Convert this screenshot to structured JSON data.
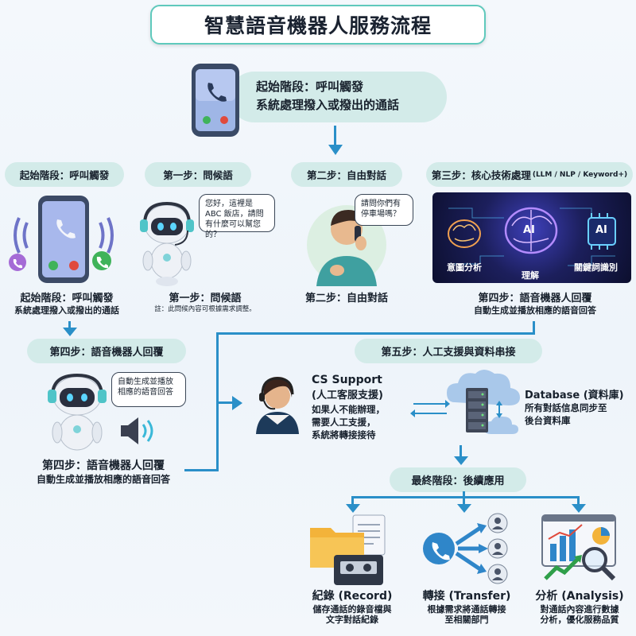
{
  "title": "智慧語音機器人服務流程",
  "top": {
    "line1": "起始階段：呼叫觸發",
    "line2": "系統處理撥入或撥出的通話"
  },
  "steps": {
    "s0": {
      "tag": "起始階段：呼叫觸發",
      "cap1": "起始階段：呼叫觸發",
      "cap2": "系統處理撥入或撥出的通話"
    },
    "s1": {
      "tag": "第一步：問候語",
      "bubble": "您好，這裡是 ABC 飯店，請問有什麼可以幫您的？",
      "cap1": "第一步：問候語",
      "cap2": "註：此問候內容可根據需求調整。"
    },
    "s2": {
      "tag": "第二步：自由對話",
      "bubble": "請問你們有停車場嗎？",
      "cap1": "第二步：自由對話"
    },
    "s3": {
      "tag": "第三步：核心技術處理",
      "tag_small": "(LLM / NLP / Keyword+)",
      "labels": [
        "意圖分析",
        "理解",
        "關鍵詞識別"
      ],
      "ai": [
        "AI",
        "AI"
      ],
      "cap1": "第四步：語音機器人回覆",
      "cap2": "自動生成並播放相應的語音回答"
    },
    "s4": {
      "tag": "第四步：語音機器人回覆",
      "bubble": "自動生成並播放相應的語音回答",
      "cap1": "第四步：語音機器人回覆",
      "cap2": "自動生成並播放相應的語音回答"
    },
    "s5": {
      "tag": "第五步：人工支援與資料串接",
      "cs_title": "CS Support",
      "cs_sub": "(人工客服支援)",
      "cs_desc": [
        "如果人不能辦理，",
        "需要人工支援，",
        "系統將轉接接待"
      ],
      "db_title": "Database (資料庫)",
      "db_desc": [
        "所有對話信息同步至",
        "後台資料庫"
      ]
    },
    "final": {
      "tag": "最終階段：後續應用",
      "items": [
        {
          "title": "紀錄 (Record)",
          "desc": [
            "儲存通話的錄音檔與",
            "文字對話紀錄"
          ]
        },
        {
          "title": "轉接 (Transfer)",
          "desc": [
            "根據需求將通話轉接",
            "至相關部門"
          ]
        },
        {
          "title": "分析 (Analysis)",
          "desc": [
            "對通話內容進行數據",
            "分析，優化服務品質"
          ]
        }
      ]
    }
  },
  "icons": {
    "phone": "phone-icon",
    "robot": "robot-icon",
    "person": "person-on-phone-icon",
    "brain": "ai-brain-icon",
    "speaker": "speaker-icon",
    "agent": "support-agent-icon",
    "cloud": "cloud-database-icon",
    "folder": "folder-icon",
    "cassette": "cassette-icon",
    "document": "document-icon",
    "transfer": "transfer-icon",
    "chart": "chart-icon",
    "magnifier": "magnifier-icon"
  },
  "colors": {
    "accent": "#2a8fc8",
    "pill": "#d3ebe9",
    "teal": "#3fbfb3",
    "dark": "#17202c"
  }
}
